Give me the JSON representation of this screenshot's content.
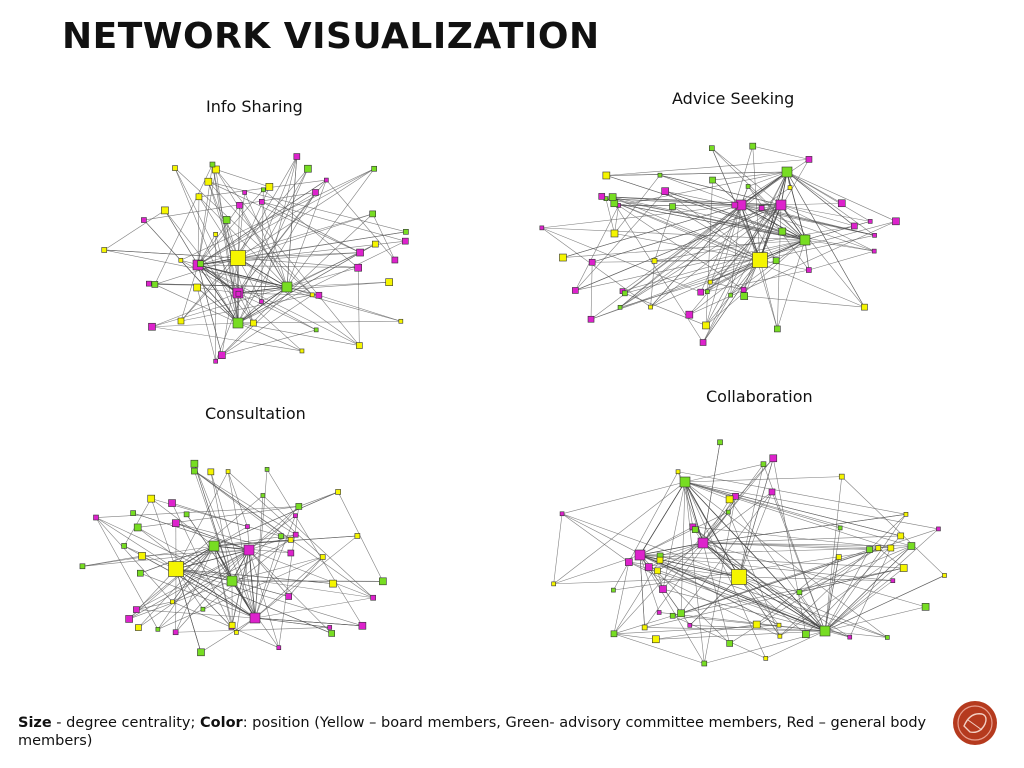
{
  "page": {
    "title": "NETWORK VISUALIZATION"
  },
  "panels": [
    {
      "id": "info-sharing",
      "label": "Info Sharing"
    },
    {
      "id": "advice-seeking",
      "label": "Advice Seeking"
    },
    {
      "id": "consultation",
      "label": "Consultation"
    },
    {
      "id": "collaboration",
      "label": "Collaboration"
    }
  ],
  "legend": {
    "size_term": "Size",
    "size_text": " - degree centrality; ",
    "color_term": "Color",
    "color_text": ": position (Yellow – board members, Green- advisory committee members, Red – general body members)"
  },
  "node_colors": {
    "board": "#f5f500",
    "advisory": "#77dd22",
    "general": "#dd22cc"
  }
}
